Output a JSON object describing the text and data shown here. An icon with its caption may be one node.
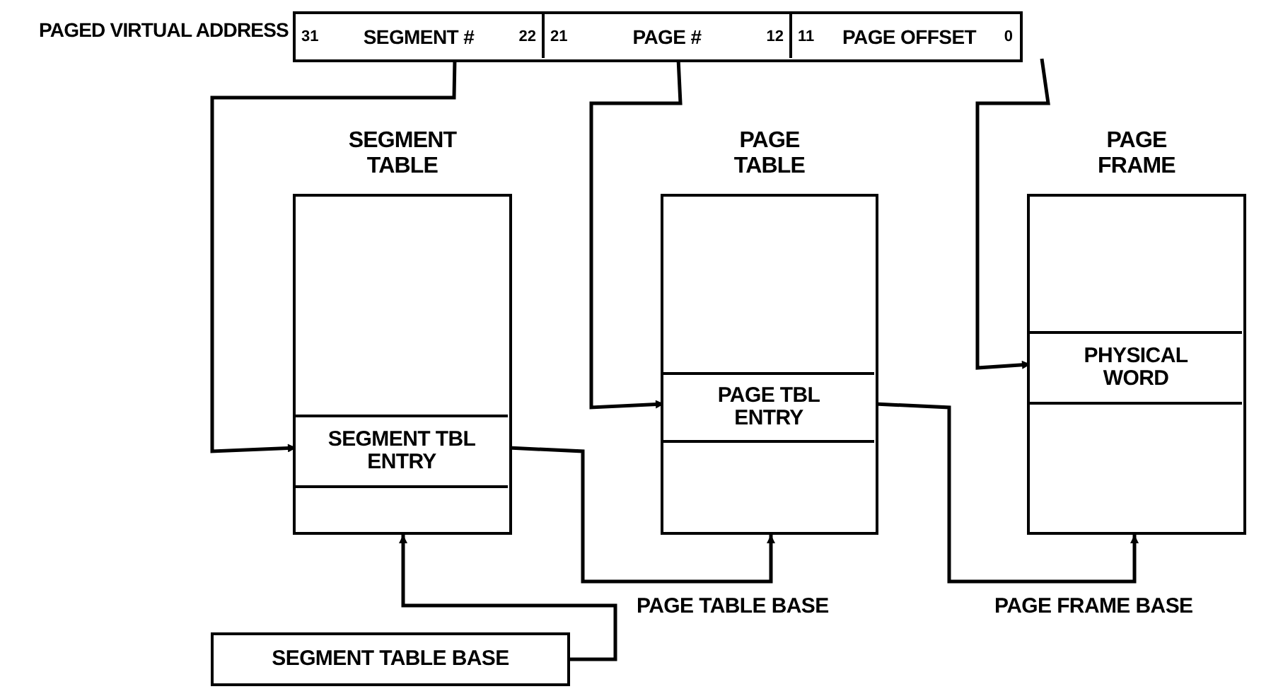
{
  "diagram": {
    "nodes": [
      {
        "text": [
          "PAGED VIRTUAL ADDRESS"
        ]
      },
      {
        "text": [
          "31",
          "SEGMENT #",
          "22"
        ],
        "in": 0
      },
      {
        "text": [
          "21",
          "PAGE #",
          "12"
        ],
        "in": 0
      },
      {
        "text": [
          "11",
          "PAGE OFFSET",
          "0"
        ],
        "in": 0
      },
      {
        "text": [
          "SEGMENT TABLE"
        ]
      },
      {
        "text": [
          "SEGMENT TBL ENTRY"
        ],
        "in": 4
      },
      {
        "text": [
          "PAGE TABLE"
        ]
      },
      {
        "text": [
          "PAGE TBL ENTRY"
        ],
        "in": 6
      },
      {
        "text": [
          "PAGE FRAME"
        ]
      },
      {
        "text": [
          "PHYSICAL WORD"
        ],
        "in": 8
      },
      {
        "text": [
          "SEGMENT TABLE BASE"
        ]
      }
    ],
    "edges": [
      {
        "from": 1,
        "to": 5,
        "arrow": "to"
      },
      {
        "from": 2,
        "to": 7,
        "arrow": "to"
      },
      {
        "from": 3,
        "to": 9,
        "arrow": "to"
      },
      {
        "from": 10,
        "to": 4,
        "arrow": "to"
      },
      {
        "from": 5,
        "to": 6,
        "arrow": "to",
        "label": "PAGE TABLE BASE"
      },
      {
        "from": 7,
        "to": 8,
        "arrow": "to",
        "label": "PAGE FRAME BASE"
      }
    ]
  }
}
